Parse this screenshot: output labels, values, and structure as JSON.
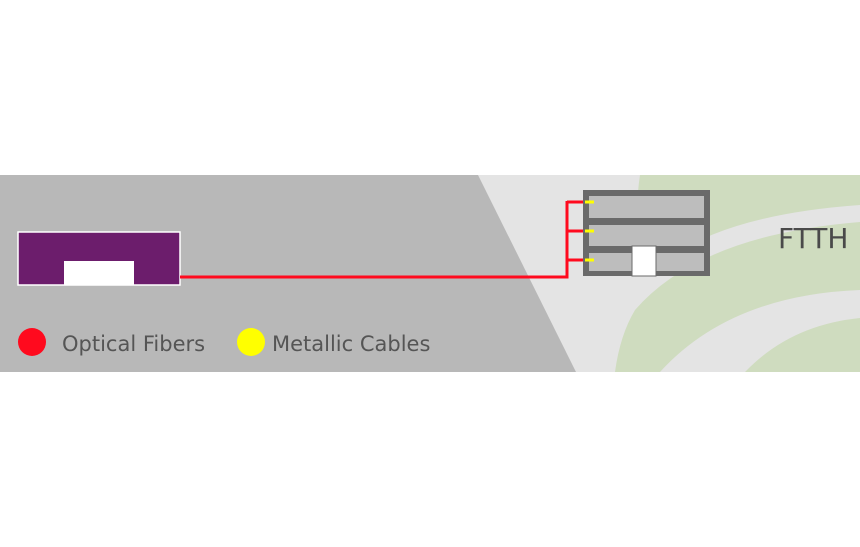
{
  "title": "FTTH",
  "legend": [
    {
      "label": "Optical Fibers",
      "color": "#ff0a1e"
    },
    {
      "label": "Metallic Cables",
      "color": "#ffff00"
    }
  ],
  "colors": {
    "band_dark": "#b8b8b8",
    "band_light": "#e4e4e4",
    "swoosh": "#cfdcbf",
    "central_office": "#6c1d6c",
    "building": "#6a6a6a",
    "building_floor": "#bdbdbd",
    "optical_fiber": "#ff0a1e",
    "metallic_cable": "#ffff00"
  },
  "building": {
    "floors": 3
  }
}
